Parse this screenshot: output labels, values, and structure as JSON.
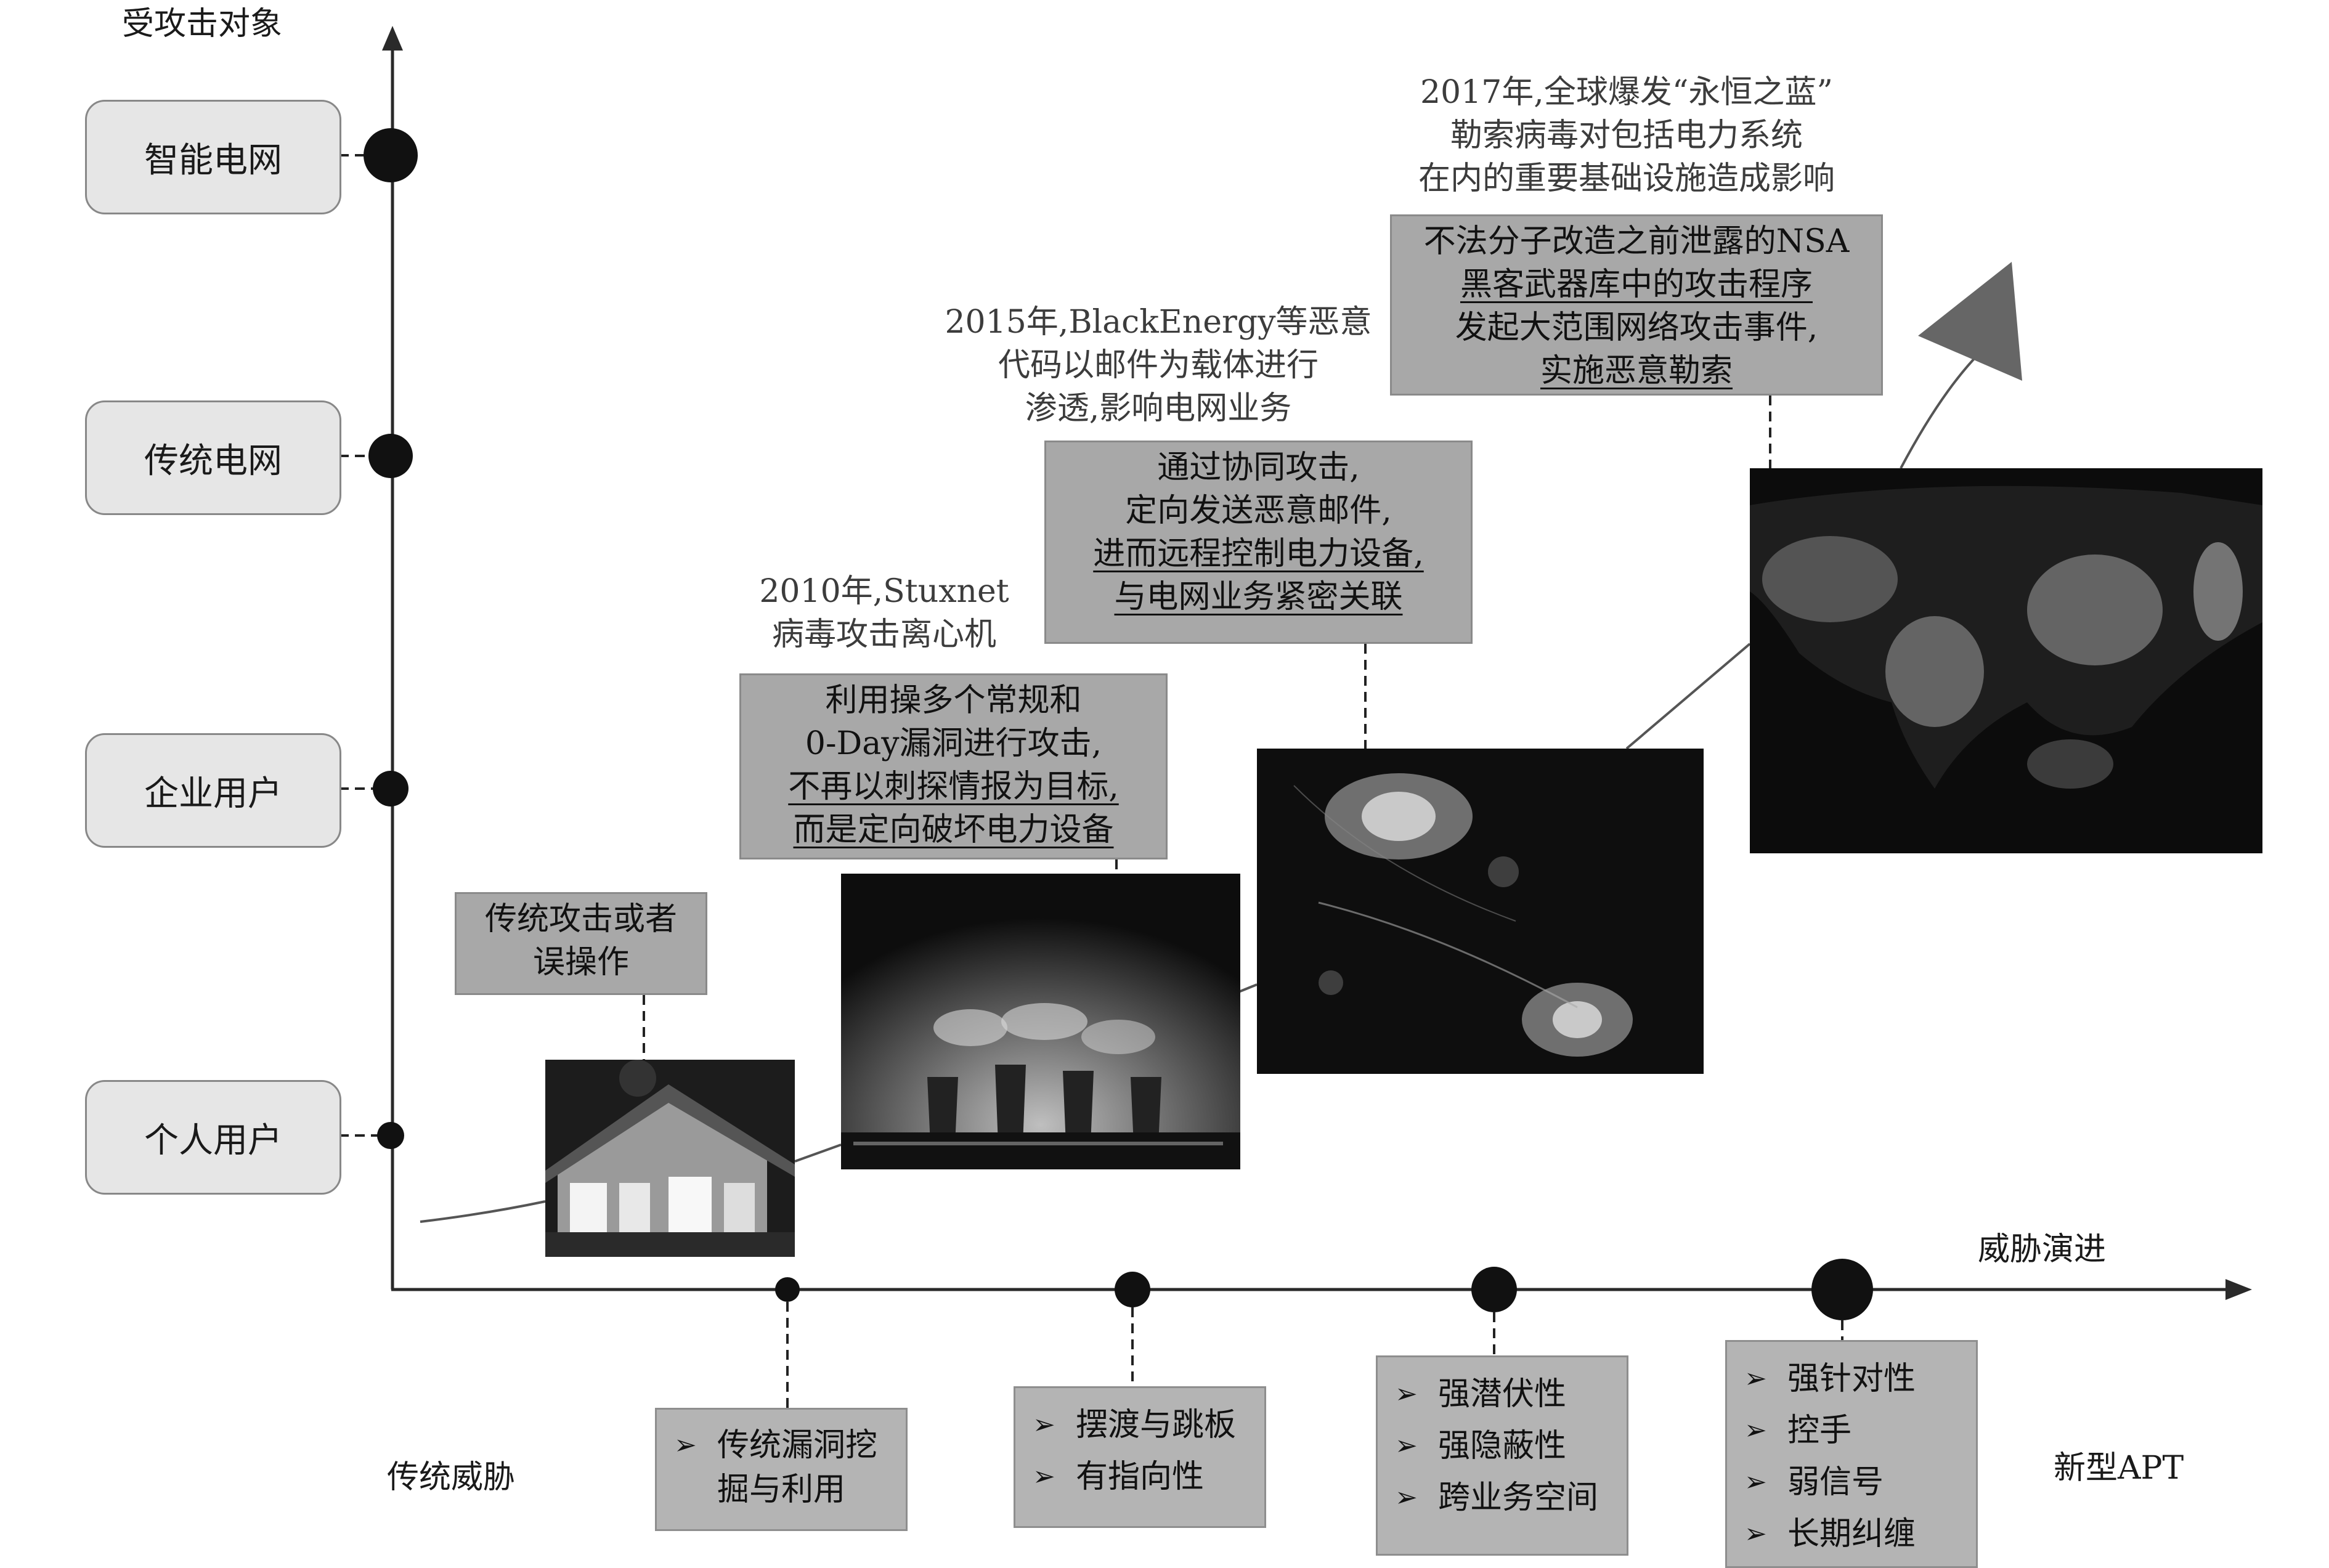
{
  "y_axis_label": "受攻击对象",
  "x_axis_label": "威胁演进",
  "left_x_label": "传统威胁",
  "right_x_label": "新型APT",
  "targets": [
    {
      "label": "智能电网"
    },
    {
      "label": "传统电网"
    },
    {
      "label": "企业用户"
    },
    {
      "label": "个人用户"
    }
  ],
  "captions": {
    "c2010": [
      "2010年,Stuxnet",
      "病毒攻击离心机"
    ],
    "c2015": [
      "2015年,BlackEnergy等恶意",
      "代码以邮件为载体进行",
      "渗透,影响电网业务"
    ],
    "c2017": [
      "2017年,全球爆发“永恒之蓝”",
      "勒索病毒对包括电力系统",
      "在内的重要基础设施造成影响"
    ]
  },
  "event_boxes": {
    "traditional": [
      "传统攻击或者",
      "误操作"
    ],
    "stuxnet": [
      "利用操多个常规和",
      "0-Day漏洞进行攻击,",
      "不再以刺探情报为目标,",
      "而是定向破坏电力设备"
    ],
    "blackenergy": [
      "通过协同攻击,",
      "定向发送恶意邮件,",
      "进而远程控制电力设备,",
      "与电网业务紧密关联"
    ],
    "wannacry": [
      "不法分子改造之前泄露的NSA",
      "黑客武器库中的攻击程序",
      "发起大范围网络攻击事件,",
      "实施恶意勒索"
    ]
  },
  "bottom_boxes": [
    {
      "items": [
        "传统漏洞挖",
        "掘与利用"
      ],
      "bullets": 1
    },
    {
      "items": [
        "摆渡与跳板",
        "有指向性"
      ],
      "bullets": 2
    },
    {
      "items": [
        "强潜伏性",
        "强隐蔽性",
        "跨业务空间"
      ],
      "bullets": 3
    },
    {
      "items": [
        "强针对性",
        "控手",
        "弱信号",
        "长期纠缠"
      ],
      "bullets": 4
    }
  ],
  "bullet_glyph": "➢",
  "photos": {
    "house_caption": "",
    "powerplant_title": ""
  },
  "colors": {
    "axis": "#2a2a2a",
    "box_fill": "#a8a8a8",
    "target_fill": "#e6e6e6",
    "arrow_fill": "#666666"
  }
}
